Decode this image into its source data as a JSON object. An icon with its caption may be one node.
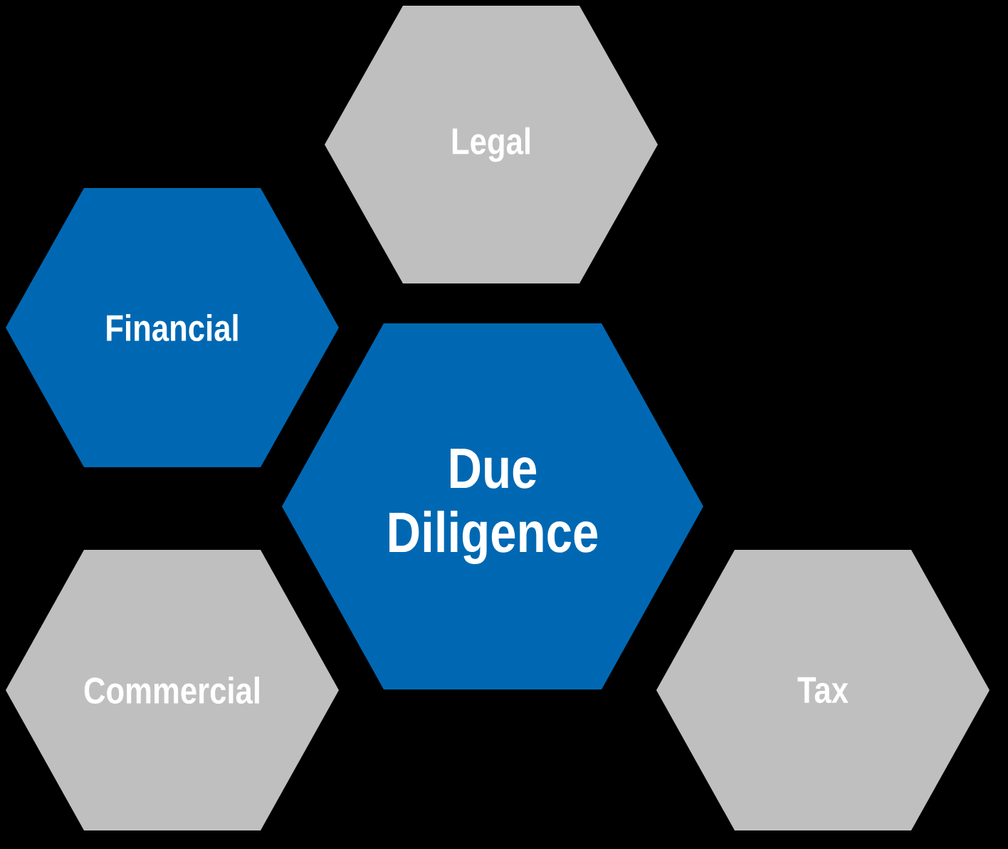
{
  "diagram": {
    "nodes": [
      {
        "text": [
          "Legal"
        ]
      },
      {
        "text": [
          "Financial"
        ]
      },
      {
        "text": [
          "Due Diligence"
        ]
      },
      {
        "text": [
          "Commercial"
        ]
      },
      {
        "text": [
          "Tax"
        ]
      }
    ]
  }
}
